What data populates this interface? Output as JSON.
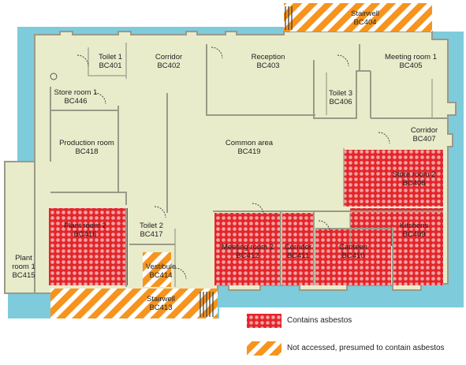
{
  "colors": {
    "external": "#7ecbdc",
    "floor": "#e9eccb",
    "wall": "#9a9a88",
    "asbestos": "#e3262b",
    "presumed_a": "#f7941d",
    "presumed_b": "#ffffff"
  },
  "rooms": {
    "toilet1": {
      "name": "Toilet 1",
      "code": "BC401"
    },
    "corridor402": {
      "name": "Corridor",
      "code": "BC402"
    },
    "reception": {
      "name": "Reception",
      "code": "BC403"
    },
    "stairwell404": {
      "name": "Stairwell",
      "code": "BC404"
    },
    "meeting1": {
      "name": "Meeting room 1",
      "code": "BC405"
    },
    "toilet3": {
      "name": "Toilet 3",
      "code": "BC406"
    },
    "corridor407": {
      "name": "Corridor",
      "code": "BC407"
    },
    "store2": {
      "name": "Store room 2",
      "code": "BC408"
    },
    "kitchens": {
      "name": "Kitchens",
      "code": "BC409"
    },
    "canteen": {
      "name": "Canteen",
      "code": "BC410"
    },
    "corridor411": {
      "name": "Corridor",
      "code": "BC411"
    },
    "meeting2": {
      "name": "Meeting room 2",
      "code": "BC412"
    },
    "stairwell413": {
      "name": "Stairwell",
      "code": "BC413"
    },
    "vestibule": {
      "name": "Vestibule",
      "code": "BC414"
    },
    "plant1_line1": "Plant",
    "plant1_line2": "room 1",
    "plant1_code": "BC415",
    "plant2": {
      "name": "Plant room 2",
      "code": "BC416"
    },
    "toilet2": {
      "name": "Toilet 2",
      "code": "BC417"
    },
    "production": {
      "name": "Production room",
      "code": "BC418"
    },
    "common": {
      "name": "Common area",
      "code": "BC419"
    },
    "store1": {
      "name": "Store room 1",
      "code": "BC446"
    }
  },
  "legend": {
    "asbestos": "Contains asbestos",
    "presumed": "Not accessed, presumed to contain asbestos"
  }
}
